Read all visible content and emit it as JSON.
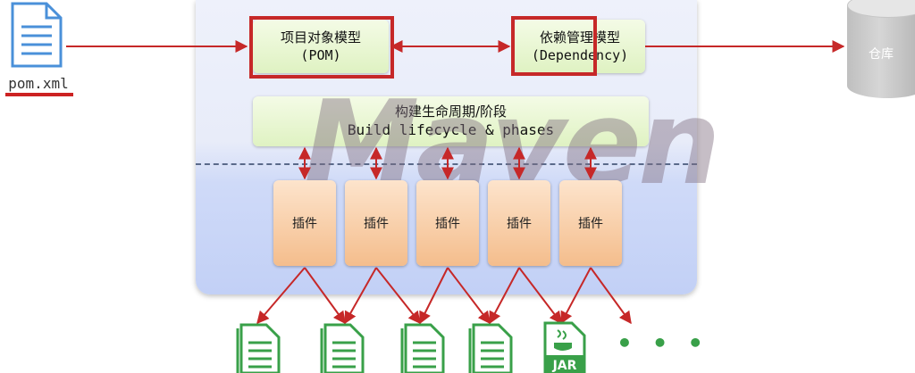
{
  "source_file": {
    "label": "pom.xml",
    "icon": "file-icon"
  },
  "repository": {
    "label": "仓库",
    "icon": "database-icon"
  },
  "watermark": "Maven",
  "pom_model": {
    "title": "项目对象模型",
    "subtitle": "(POM)"
  },
  "dependency_model": {
    "title": "依赖管理模型",
    "subtitle": "(Dependency)"
  },
  "lifecycle": {
    "title": "构建生命周期/阶段",
    "subtitle": "Build lifecycle & phases"
  },
  "plugins": [
    "插件",
    "插件",
    "插件",
    "插件",
    "插件"
  ],
  "outputs": {
    "items": [
      "document-icon",
      "document-icon",
      "document-icon",
      "document-icon",
      "jar-file-icon"
    ],
    "jar_label": "JAR",
    "more": "• • •"
  },
  "colors": {
    "arrow": "#c62828",
    "highlight": "#c62828",
    "green_box": "#dff2c2",
    "plugin_box": "#f4bd8c",
    "output_icon": "#39a049",
    "source_icon": "#4a90d9"
  }
}
